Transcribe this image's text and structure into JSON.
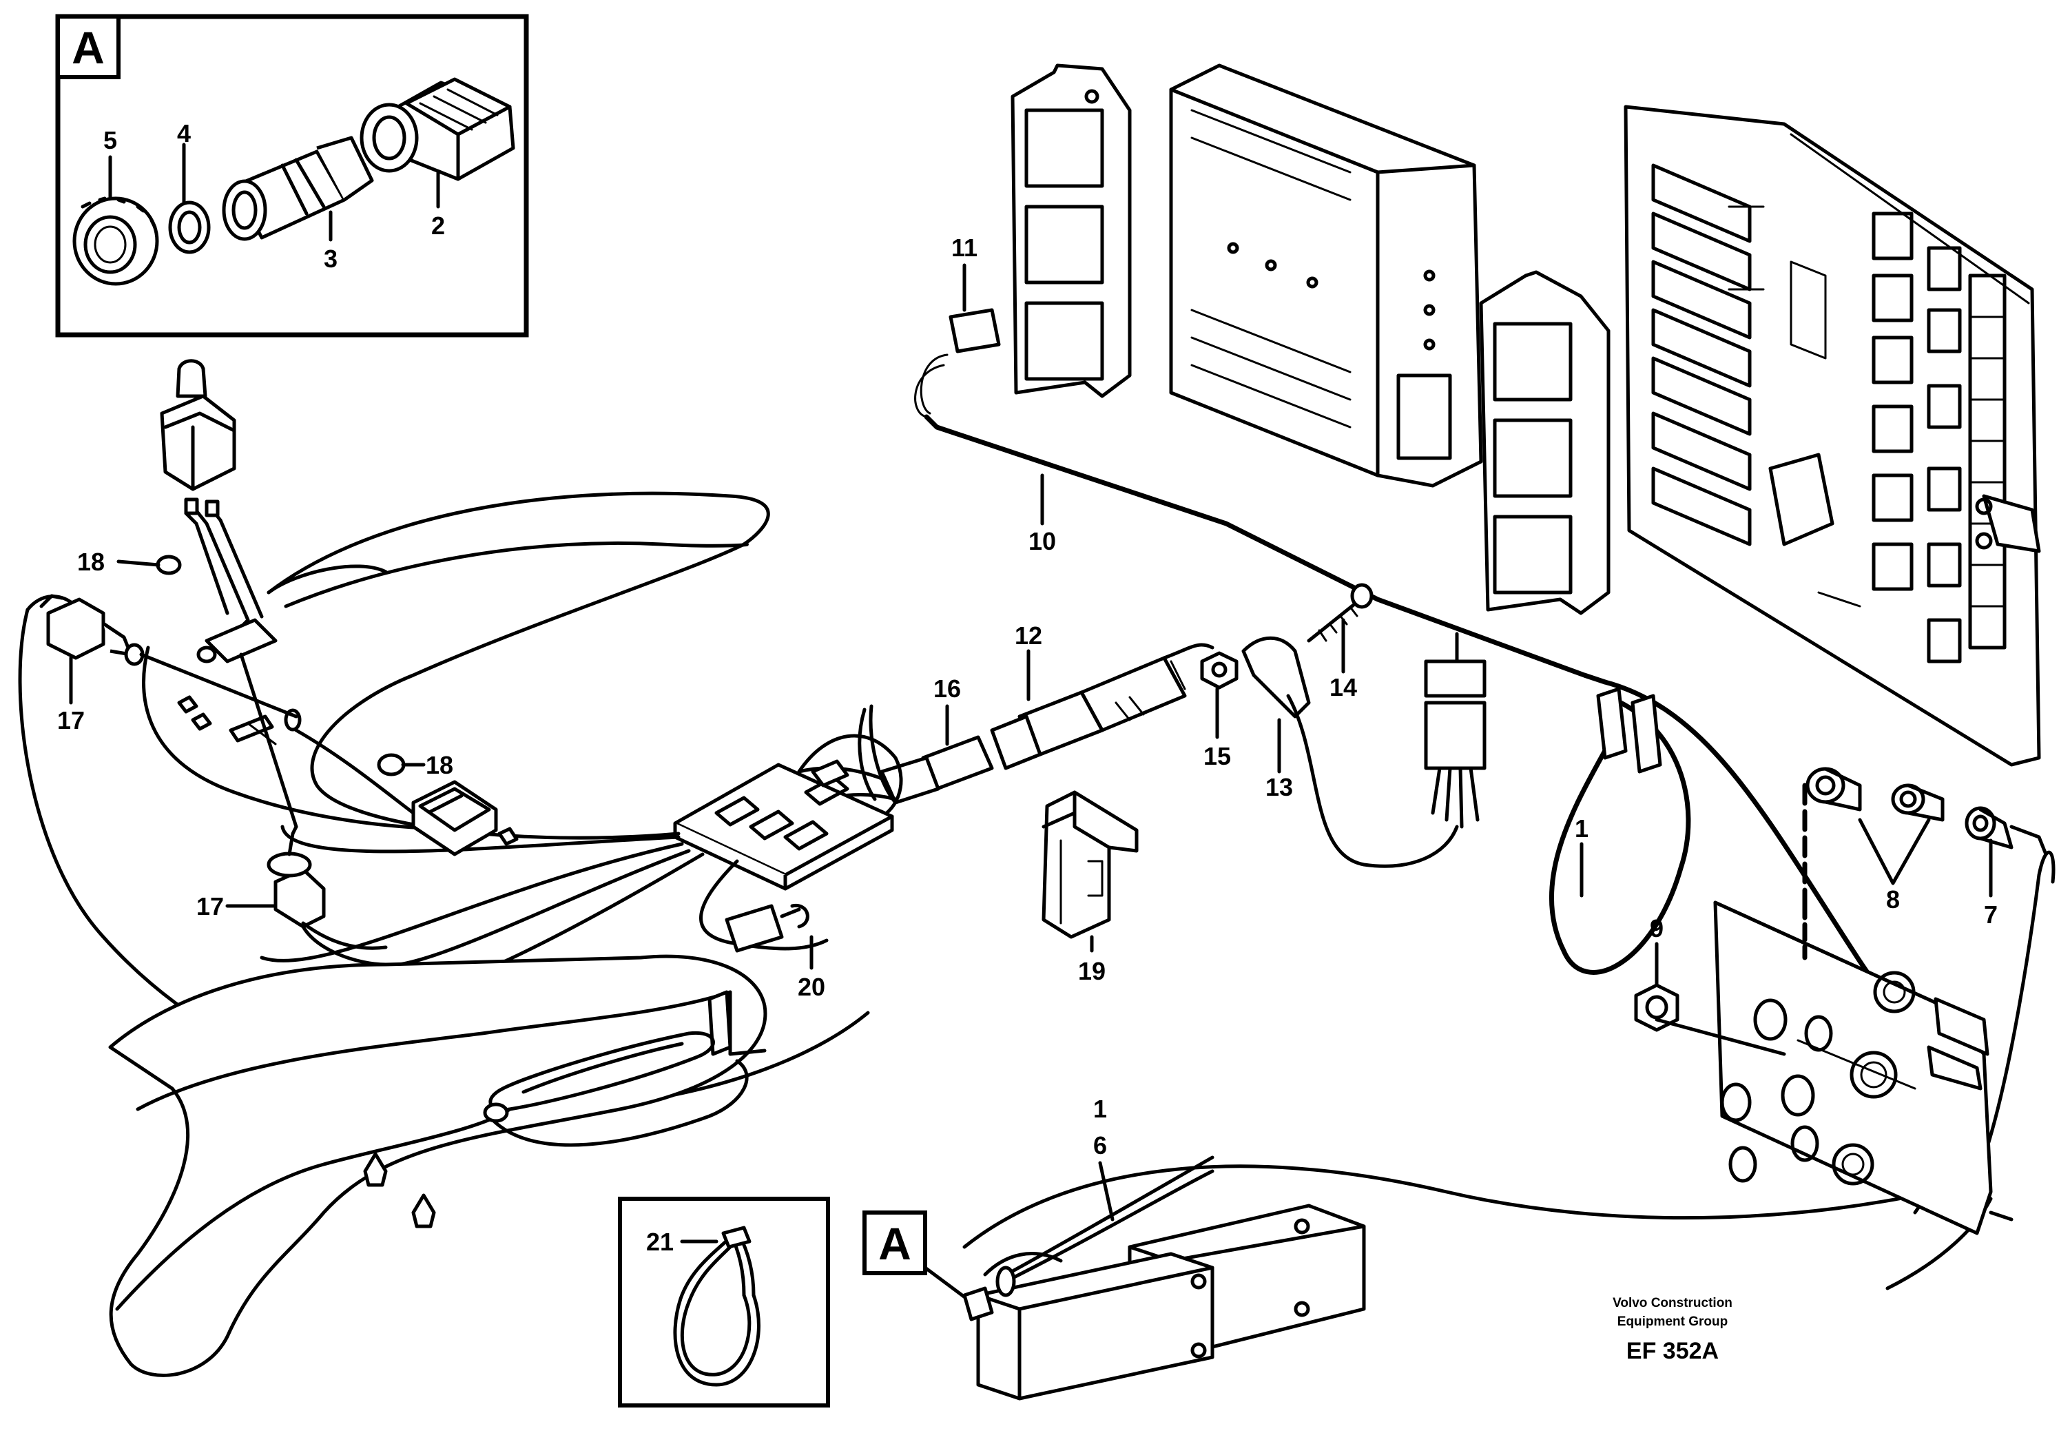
{
  "detail_view": {
    "label": "A"
  },
  "parts": [
    {
      "label": "1"
    },
    {
      "label": "2"
    },
    {
      "label": "3"
    },
    {
      "label": "4"
    },
    {
      "label": "5"
    },
    {
      "label": "6"
    },
    {
      "label": "7"
    },
    {
      "label": "8"
    },
    {
      "label": "9"
    },
    {
      "label": "10"
    },
    {
      "label": "11"
    },
    {
      "label": "12"
    },
    {
      "label": "13"
    },
    {
      "label": "14"
    },
    {
      "label": "15"
    },
    {
      "label": "16"
    },
    {
      "label": "17"
    },
    {
      "label": "18"
    },
    {
      "label": "19"
    },
    {
      "label": "20"
    },
    {
      "label": "21"
    }
  ],
  "caption": {
    "line1": "Volvo Construction",
    "line2": "Equipment Group",
    "code": "EF 352A"
  },
  "colors": {
    "ink": "#000000",
    "paper": "#ffffff"
  },
  "icons": [
    "hex-nut-icon",
    "cable-tie-icon",
    "relay-icon",
    "circuit-board-icon",
    "control-unit-icon",
    "switch-icon"
  ]
}
